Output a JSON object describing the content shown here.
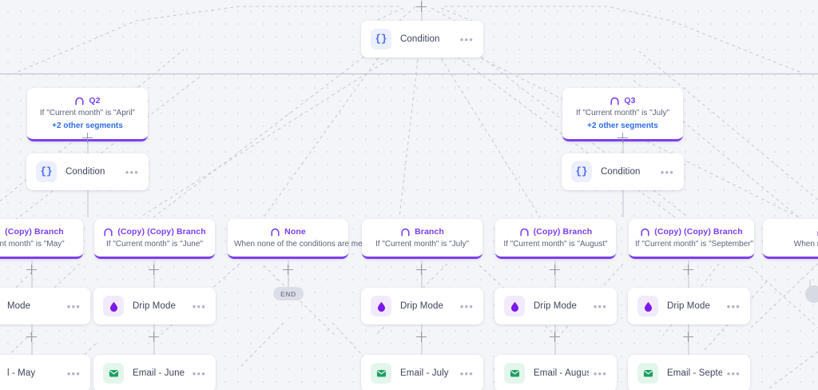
{
  "canvas": {
    "background_color": "#f4f5f8",
    "grid_dot_color": "#dfe1ea",
    "accent_purple": "#7b3ff2",
    "accent_blue": "#2f6bed",
    "condition_icon_color": "#4a6cf0",
    "email_icon_color": "#1e9e63"
  },
  "nodes": {
    "root_condition": {
      "label": "Condition",
      "icon": "braces-icon",
      "menu": "•••"
    },
    "q2": {
      "title": "Q2",
      "subtitle": "If \"Current month\" is \"April\"",
      "link": "+2 other segments",
      "icon": "branch-fork-icon"
    },
    "q3": {
      "title": "Q3",
      "subtitle": "If \"Current month\" is \"July\"",
      "link": "+2 other segments",
      "icon": "branch-fork-icon"
    },
    "condition_left": {
      "label": "Condition",
      "icon": "braces-icon",
      "menu": "•••"
    },
    "condition_right": {
      "label": "Condition",
      "icon": "braces-icon",
      "menu": "•••"
    },
    "end_badge": {
      "label": "END"
    }
  },
  "branches": [
    {
      "title": "(Copy) Branch",
      "subtitle": "rrent month\" is \"May\"",
      "clipped": "left"
    },
    {
      "title": "(Copy) (Copy) Branch",
      "subtitle": "If \"Current month\" is \"June\"",
      "clipped": "none"
    },
    {
      "title": "None",
      "subtitle": "When none of the conditions are met",
      "clipped": "none"
    },
    {
      "title": "Branch",
      "subtitle": "If \"Current month\" is \"July\"",
      "clipped": "none"
    },
    {
      "title": "(Copy) Branch",
      "subtitle": "If \"Current month\" is \"August\"",
      "clipped": "none"
    },
    {
      "title": "(Copy) (Copy) Branch",
      "subtitle": "If \"Current month\" is \"September\"",
      "clipped": "none"
    },
    {
      "title": "",
      "subtitle": "When none of th",
      "clipped": "right"
    }
  ],
  "drip_nodes": [
    {
      "label": "Mode",
      "menu": "•••"
    },
    {
      "label": "Drip Mode",
      "menu": "•••"
    },
    {
      "label": "Drip Mode",
      "menu": "•••"
    },
    {
      "label": "Drip Mode",
      "menu": "•••"
    },
    {
      "label": "Drip Mode",
      "menu": "•••"
    }
  ],
  "email_nodes": [
    {
      "label": "l - May",
      "menu": "•••"
    },
    {
      "label": "Email - June",
      "menu": "•••"
    },
    {
      "label": "Email - July",
      "menu": "•••"
    },
    {
      "label": "Email - August",
      "menu": "•••"
    },
    {
      "label": "Email - September",
      "menu": "•••"
    }
  ]
}
